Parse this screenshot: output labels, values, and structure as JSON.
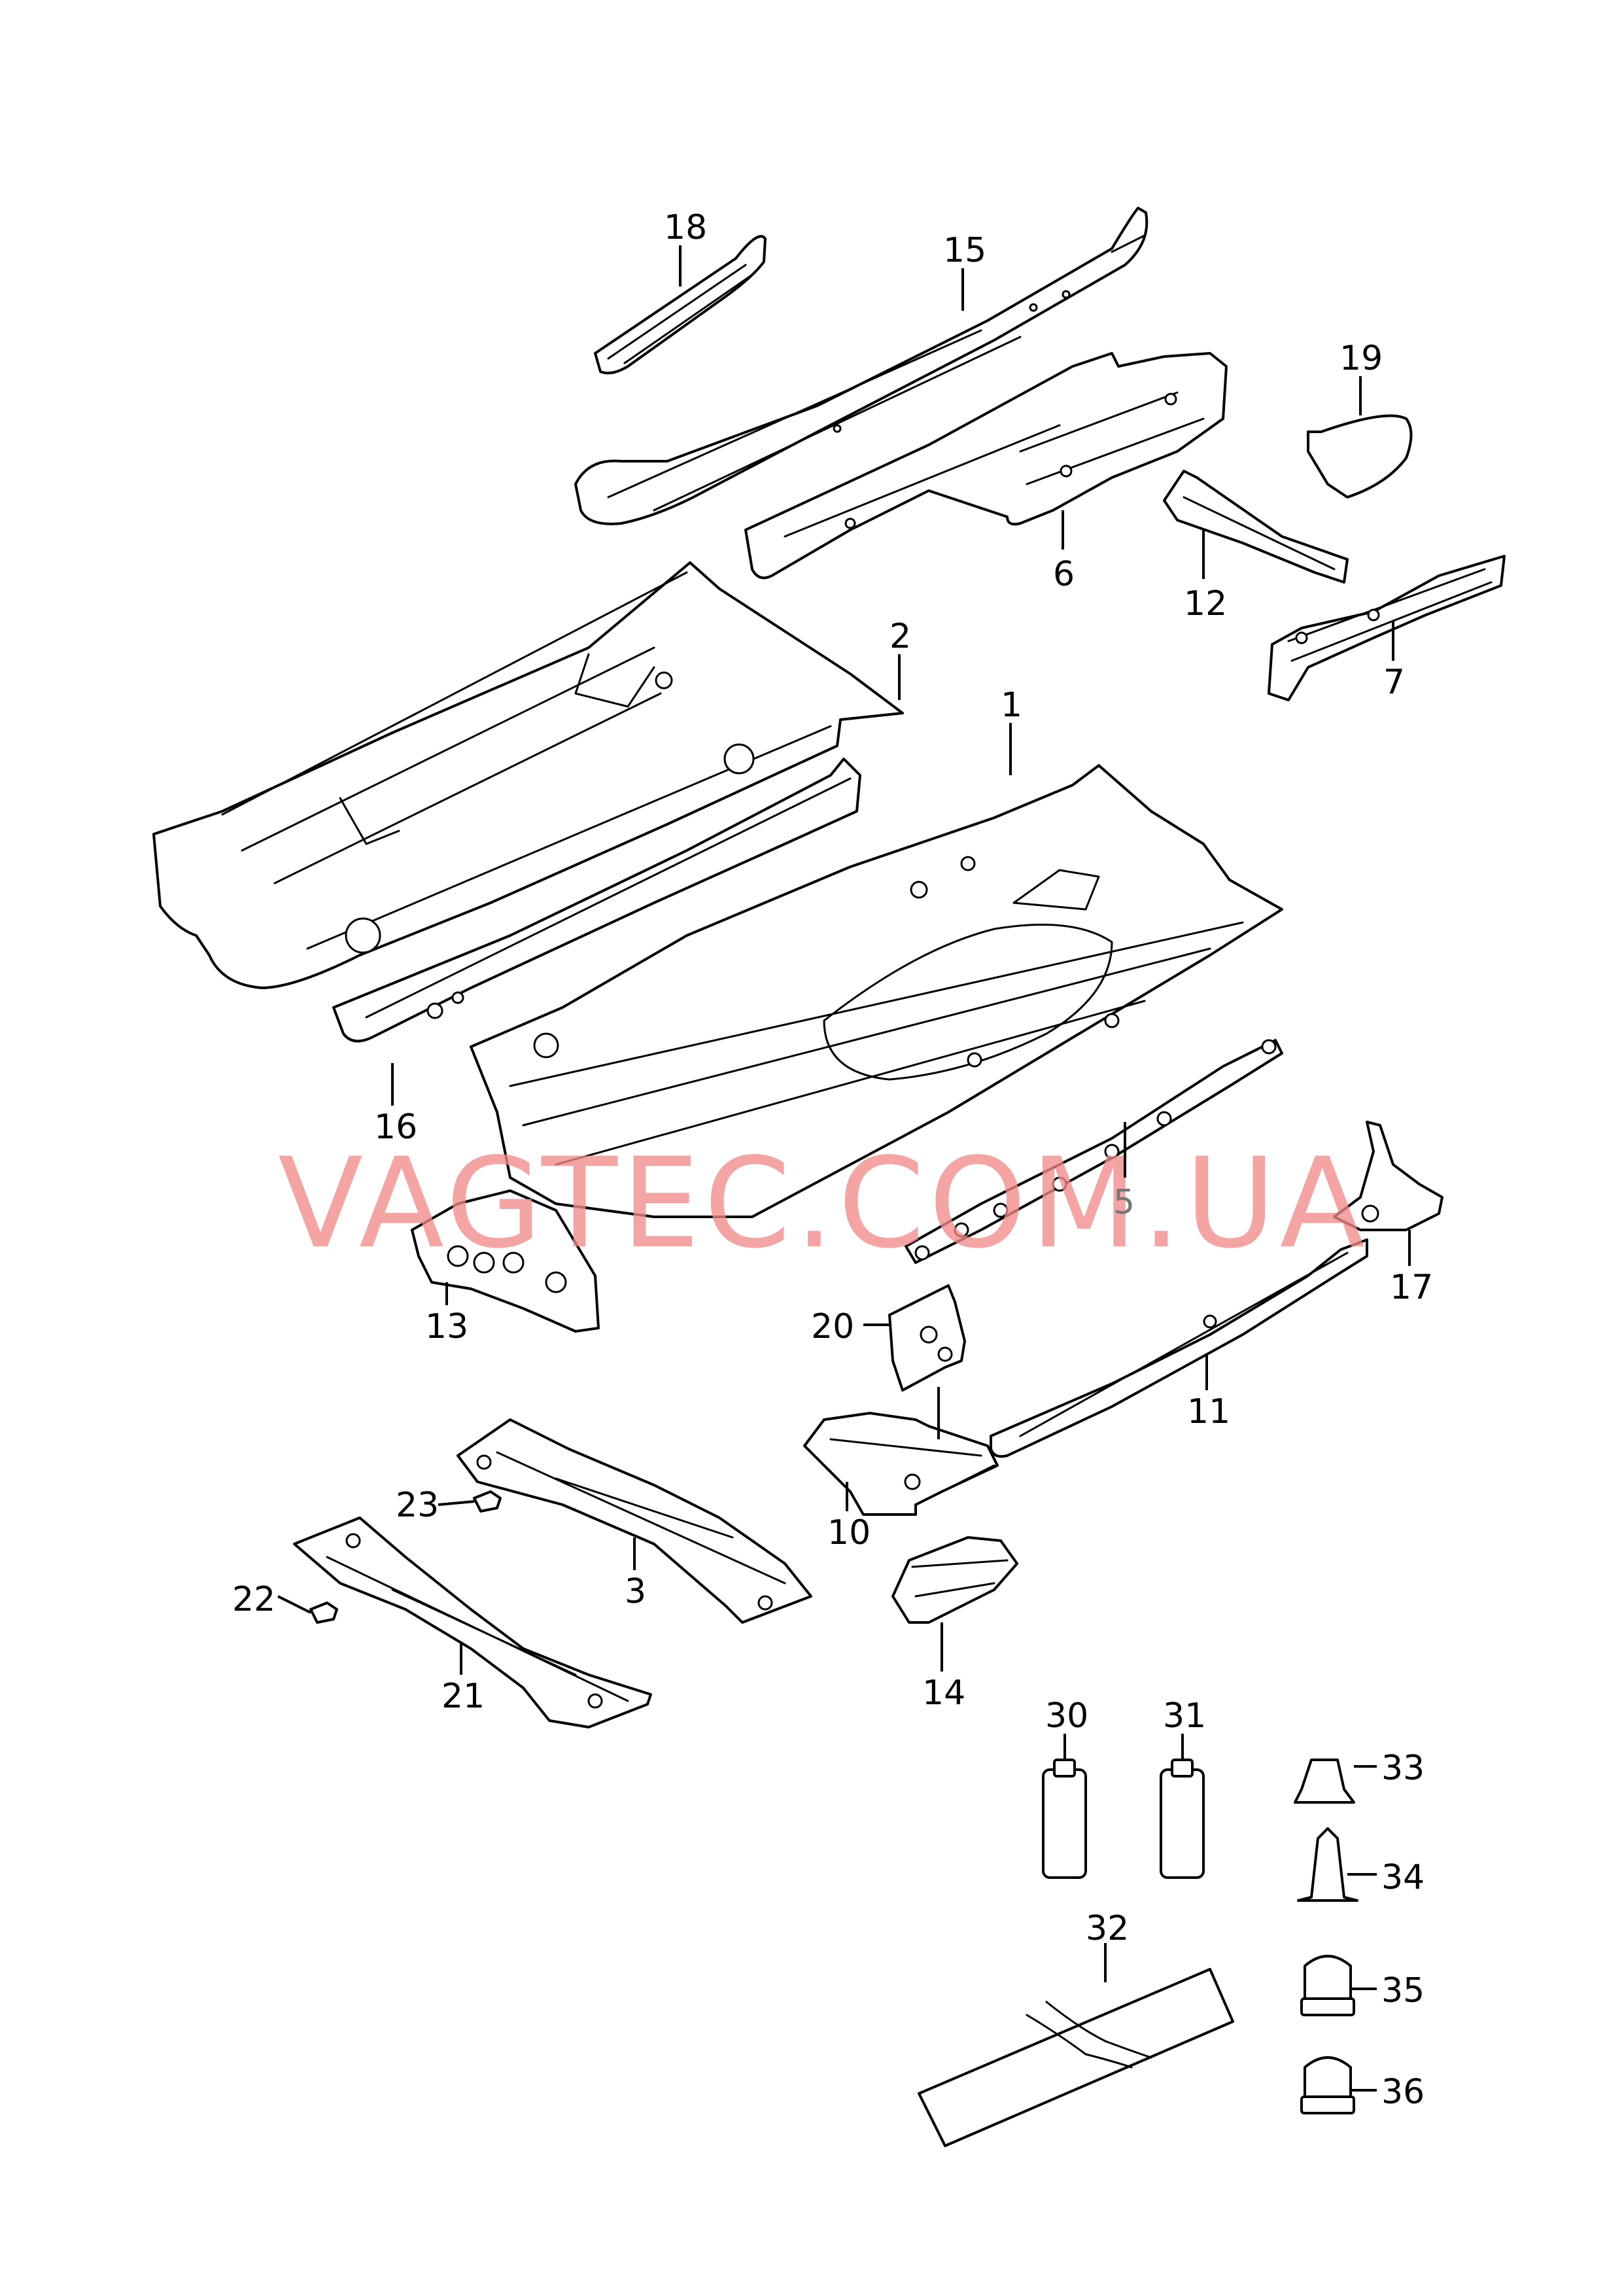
{
  "watermark": {
    "text": "VAGTEC.COM.UA",
    "color": "#f28b8b"
  },
  "callouts": {
    "c1": "1",
    "c2": "2",
    "c3": "3",
    "c5": "5",
    "c6": "6",
    "c7": "7",
    "c10": "10",
    "c11": "11",
    "c12": "12",
    "c13": "13",
    "c14": "14",
    "c15": "15",
    "c16": "16",
    "c17": "17",
    "c18": "18",
    "c19": "19",
    "c20": "20",
    "c21": "21",
    "c22": "22",
    "c23": "23",
    "c30": "30",
    "c31": "31",
    "c32": "32",
    "c33": "33",
    "c34": "34",
    "c35": "35",
    "c36": "36"
  }
}
